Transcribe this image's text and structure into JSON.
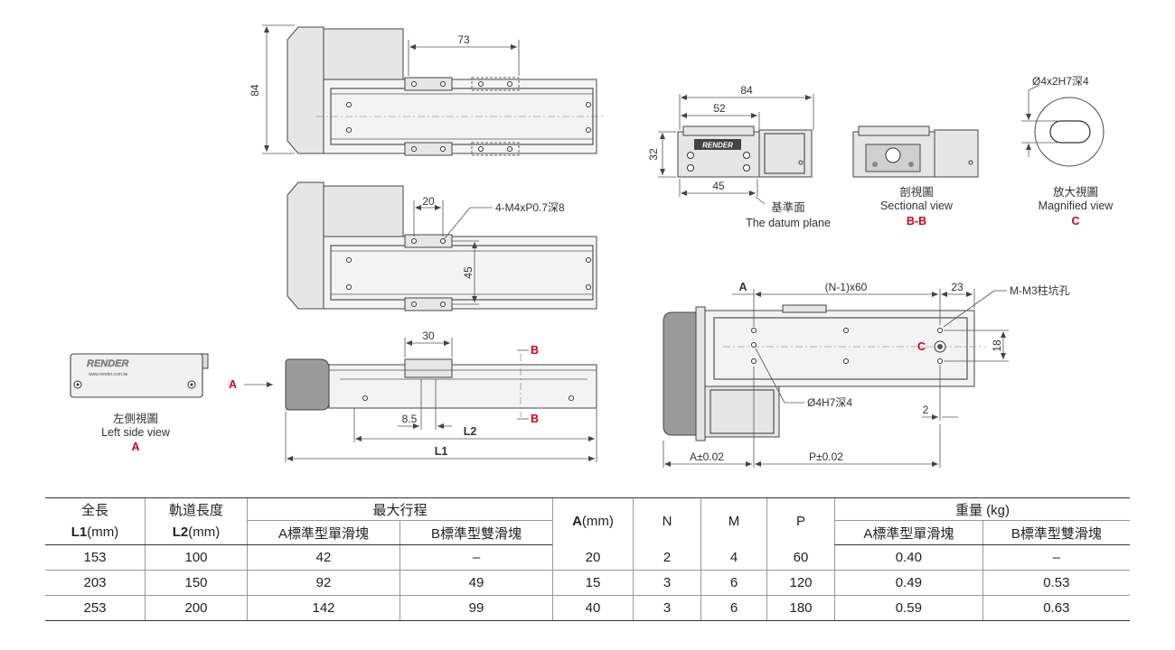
{
  "dims": {
    "height_84": "84",
    "slider_73": "73",
    "pitch_20": "20",
    "tap_note": "4-M4xP0.7深8",
    "width_45": "45",
    "len_30": "30",
    "len_8_5": "8.5",
    "l2": "L2",
    "l1": "L1",
    "b_label": "B",
    "a_label": "A",
    "front_84": "84",
    "front_52": "52",
    "front_32": "32",
    "front_45": "45",
    "magnified_note": "Ø4x2H7深4",
    "bottom_a": "A",
    "bottom_n": "(N-1)x60",
    "bottom_23": "23",
    "bottom_m": "M-M3柱坑孔",
    "bottom_18": "18",
    "bottom_hole": "Ø4H7深4",
    "bottom_2": "2",
    "bottom_a_tol": "A±0.02",
    "bottom_p_tol": "P±0.02",
    "c_label": "C"
  },
  "captions": {
    "left_side_cn": "左側視圖",
    "left_side_en": "Left side view",
    "left_side_tag": "A",
    "datum_cn": "基準面",
    "datum_en": "The datum plane",
    "section_cn": "剖視圖",
    "section_en": "Sectional view",
    "section_tag": "B-B",
    "magnified_cn": "放大視圖",
    "magnified_en": "Magnified view",
    "magnified_tag": "C",
    "brand": "RENDER",
    "brand_url": "www.render.com.tw"
  },
  "table": {
    "headers": {
      "full_length_cn": "全長",
      "full_length_code": "L1",
      "full_length_unit": "(mm)",
      "rail_length_cn": "軌道長度",
      "rail_length_code": "L2",
      "rail_length_unit": "(mm)",
      "max_stroke": "最大行程",
      "stroke_a": "A標準型單滑塊",
      "stroke_b": "B標準型雙滑塊",
      "a_code": "A",
      "a_unit": "(mm)",
      "n": "N",
      "m": "M",
      "p": "P",
      "weight": "重量 (kg)",
      "weight_a": "A標準型單滑塊",
      "weight_b": "B標準型雙滑塊"
    },
    "rows": [
      [
        "153",
        "100",
        "42",
        "–",
        "20",
        "2",
        "4",
        "60",
        "0.40",
        "–"
      ],
      [
        "203",
        "150",
        "92",
        "49",
        "15",
        "3",
        "6",
        "120",
        "0.49",
        "0.53"
      ],
      [
        "253",
        "200",
        "142",
        "99",
        "40",
        "3",
        "6",
        "180",
        "0.59",
        "0.63"
      ]
    ]
  }
}
